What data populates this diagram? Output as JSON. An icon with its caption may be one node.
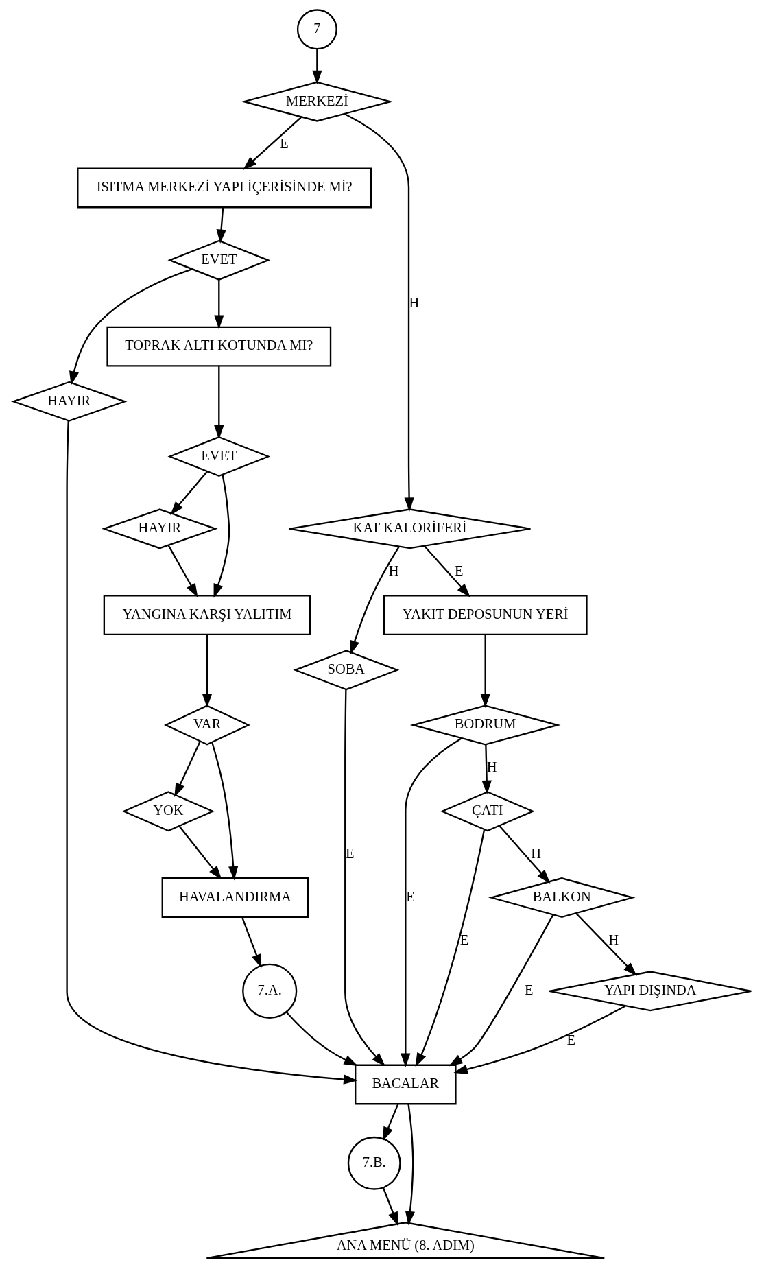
{
  "diagram": {
    "nodes": [
      {
        "text": [
          "7"
        ]
      },
      {
        "text": [
          "MERKEZİ"
        ]
      },
      {
        "text": [
          "ISITMA MERKEZİ YAPI İÇERİSİNDE Mİ?"
        ]
      },
      {
        "text": [
          "EVET"
        ]
      },
      {
        "text": [
          "HAYIR"
        ]
      },
      {
        "text": [
          "TOPRAK ALTI KOTUNDA MI?"
        ]
      },
      {
        "text": [
          "EVET"
        ]
      },
      {
        "text": [
          "HAYIR"
        ]
      },
      {
        "text": [
          "YANGINA KARŞI YALITIM"
        ]
      },
      {
        "text": [
          "VAR"
        ]
      },
      {
        "text": [
          "YOK"
        ]
      },
      {
        "text": [
          "HAVALANDIRMA"
        ]
      },
      {
        "text": [
          "7.A."
        ]
      },
      {
        "text": [
          "KAT KALORİFERİ"
        ]
      },
      {
        "text": [
          "SOBA"
        ]
      },
      {
        "text": [
          "BACALAR"
        ]
      },
      {
        "text": [
          "7.B."
        ]
      },
      {
        "text": [
          "ANA MENÜ (8. ADIM)"
        ]
      },
      {
        "text": [
          "YAKIT DEPOSUNUN YERİ"
        ]
      },
      {
        "text": [
          "BODRUM"
        ]
      },
      {
        "text": [
          "ÇATI"
        ]
      },
      {
        "text": [
          "BALKON"
        ]
      },
      {
        "text": [
          "YAPI DIŞINDA"
        ]
      }
    ],
    "edges": [
      {
        "from": 0,
        "to": 1,
        "arrow": "to"
      },
      {
        "from": 1,
        "to": 2,
        "arrow": "to",
        "label": "E"
      },
      {
        "from": 1,
        "to": 13,
        "arrow": "to",
        "label": "H"
      },
      {
        "from": 2,
        "to": 3,
        "arrow": "to"
      },
      {
        "from": 3,
        "to": 4,
        "arrow": "to"
      },
      {
        "from": 3,
        "to": 5,
        "arrow": "to"
      },
      {
        "from": 4,
        "to": 15,
        "arrow": "to"
      },
      {
        "from": 5,
        "to": 6,
        "arrow": "to"
      },
      {
        "from": 6,
        "to": 7,
        "arrow": "to"
      },
      {
        "from": 6,
        "to": 8,
        "arrow": "to"
      },
      {
        "from": 7,
        "to": 8,
        "arrow": "to"
      },
      {
        "from": 8,
        "to": 9,
        "arrow": "to"
      },
      {
        "from": 9,
        "to": 10,
        "arrow": "to"
      },
      {
        "from": 9,
        "to": 11,
        "arrow": "to"
      },
      {
        "from": 10,
        "to": 11,
        "arrow": "to"
      },
      {
        "from": 11,
        "to": 12,
        "arrow": "to"
      },
      {
        "from": 12,
        "to": 15,
        "arrow": "to"
      },
      {
        "from": 13,
        "to": 14,
        "arrow": "to",
        "label": "H"
      },
      {
        "from": 13,
        "to": 18,
        "arrow": "to",
        "label": "E"
      },
      {
        "from": 14,
        "to": 15,
        "arrow": "to",
        "label": "E"
      },
      {
        "from": 15,
        "to": 16,
        "arrow": "to"
      },
      {
        "from": 16,
        "to": 17,
        "arrow": "to"
      },
      {
        "from": 15,
        "to": 17,
        "arrow": "to"
      },
      {
        "from": 18,
        "to": 19,
        "arrow": "to"
      },
      {
        "from": 19,
        "to": 20,
        "arrow": "to",
        "label": "H"
      },
      {
        "from": 20,
        "to": 21,
        "arrow": "to",
        "label": "H"
      },
      {
        "from": 21,
        "to": 22,
        "arrow": "to",
        "label": "H"
      },
      {
        "from": 19,
        "to": 15,
        "arrow": "to",
        "label": "E"
      },
      {
        "from": 20,
        "to": 15,
        "arrow": "to",
        "label": "E"
      },
      {
        "from": 21,
        "to": 15,
        "arrow": "to",
        "label": "E"
      },
      {
        "from": 22,
        "to": 15,
        "arrow": "to",
        "label": "E"
      }
    ]
  }
}
